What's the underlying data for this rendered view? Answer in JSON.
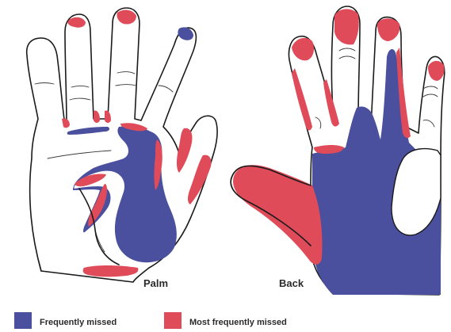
{
  "colors": {
    "frequently_missed": "#4a4f9e",
    "most_frequently_missed": "#df4b59",
    "skin": "#ffffff",
    "outline": "#1b1b1b"
  },
  "views": {
    "palm": {
      "label": "Palm"
    },
    "back": {
      "label": "Back"
    }
  },
  "legend": {
    "items": [
      {
        "label": "Frequently missed",
        "color": "#4a4f9e"
      },
      {
        "label": "Most frequently missed",
        "color": "#df4b59"
      }
    ]
  }
}
